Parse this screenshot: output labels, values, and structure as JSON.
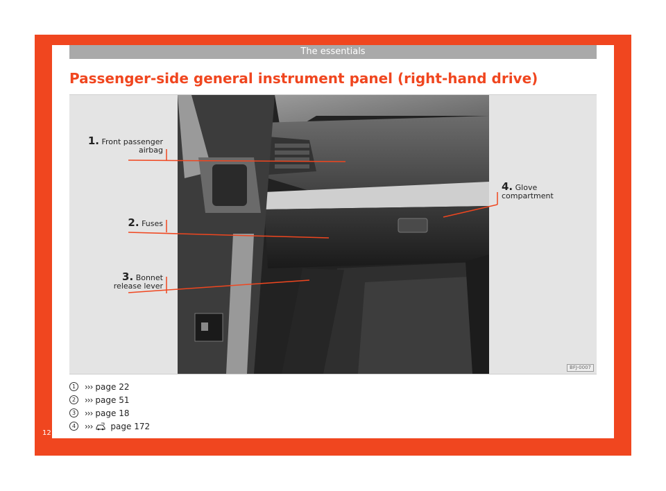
{
  "header": {
    "section_title": "The essentials"
  },
  "title": "Passenger-side general instrument panel (right-hand drive)",
  "figure": {
    "code": "BFJ-0007",
    "callouts": [
      {
        "number": "1.",
        "text_line1": "Front passenger",
        "text_line2": "airbag"
      },
      {
        "number": "2.",
        "text_line1": "Fuses",
        "text_line2": ""
      },
      {
        "number": "3.",
        "text_line1": "Bonnet",
        "text_line2": "release lever"
      },
      {
        "number": "4.",
        "text_line1": "Glove",
        "text_line2": "compartment"
      }
    ]
  },
  "references": [
    {
      "num": "1",
      "arrow": "›››",
      "text": "page 22"
    },
    {
      "num": "2",
      "arrow": "›››",
      "text": "page 51"
    },
    {
      "num": "3",
      "arrow": "›››",
      "text": "page 18"
    },
    {
      "num": "4",
      "arrow": "›››",
      "icon": "car-book-icon",
      "text": "page 172"
    }
  ],
  "page_number": "12",
  "colors": {
    "accent": "#f0461f",
    "header_bar": "#a9a9a9"
  }
}
